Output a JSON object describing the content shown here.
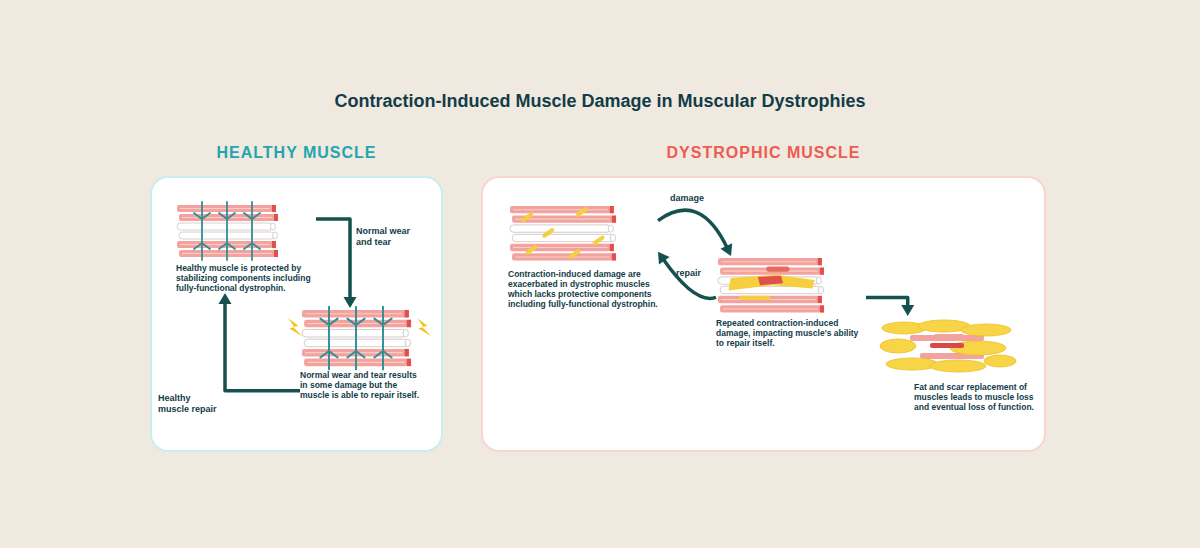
{
  "diagram": {
    "title": "Contraction-Induced Muscle Damage in Muscular Dystrophies",
    "nodes": [
      {
        "text": [
          "HEALTHY MUSCLE"
        ]
      },
      {
        "text": [
          "Healthy muscle is protected by stabilizing components including fully-functional dystrophin."
        ],
        "in": 0
      },
      {
        "text": [
          "Normal wear and tear results in some damage but the muscle is able to repair itself."
        ],
        "in": 0
      },
      {
        "text": [
          "DYSTROPHIC MUSCLE"
        ]
      },
      {
        "text": [
          "Contraction-induced damage are exacerbated in dystrophic muscles which lacks protective components including fully-functional dystrophin."
        ],
        "in": 3
      },
      {
        "text": [
          "Repeated contraction-induced damage, impacting muscle's ability to repair itself."
        ],
        "in": 3
      },
      {
        "text": [
          "Fat and scar replacement of muscles leads to muscle loss and eventual loss of function."
        ],
        "in": 3
      }
    ],
    "edges": [
      {
        "from": 1,
        "to": 2,
        "arrow": "to",
        "label": "Normal wear and tear"
      },
      {
        "from": 2,
        "to": 1,
        "arrow": "to",
        "label": "Healthy muscle repair"
      },
      {
        "from": 4,
        "to": 5,
        "arrow": "to",
        "label": "damage"
      },
      {
        "from": 5,
        "to": 4,
        "arrow": "to",
        "label": "repair"
      },
      {
        "from": 5,
        "to": 6,
        "arrow": "to"
      }
    ]
  }
}
